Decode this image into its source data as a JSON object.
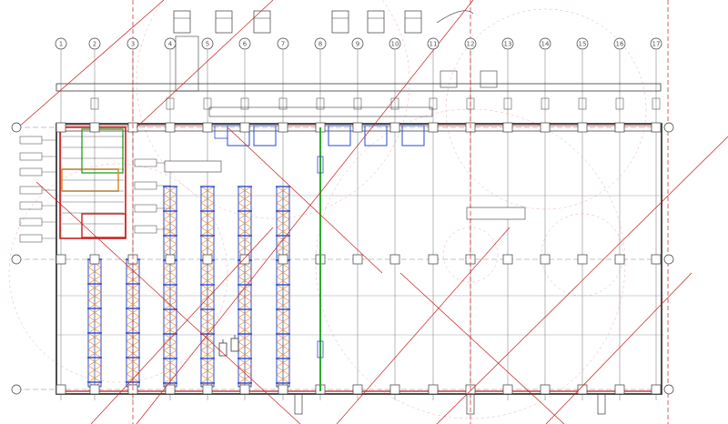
{
  "title": "",
  "column_labels": [
    "1",
    "2",
    "3",
    "4",
    "5",
    "6",
    "7",
    "8",
    "9",
    "10",
    "11",
    "12",
    "13",
    "14",
    "15",
    "16",
    "17"
  ],
  "colors": {
    "background": "#ffffff",
    "linework": "#3a3a3a",
    "grid": "#888888",
    "redline": "#c81e1e",
    "rack_blue": "#2a4bd0",
    "rack_orange": "#e8842a",
    "green_line": "#2eaa2e"
  },
  "icons": {
    "grid-bubble": "circle",
    "column-pier": "square",
    "dock-door": "rectangle",
    "forklift": "vehicle-glyph"
  }
}
